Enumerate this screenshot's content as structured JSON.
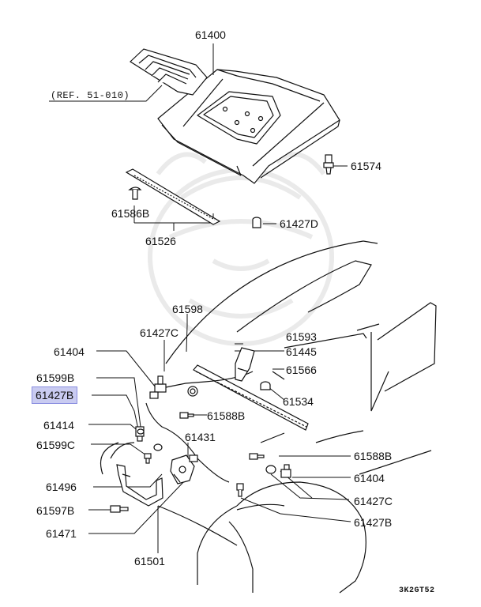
{
  "diagram": {
    "labels": {
      "p61400": "61400",
      "ref": "(REF. 51-010)",
      "p61574": "61574",
      "p61586B": "61586B",
      "p61526": "61526",
      "p61427D": "61427D",
      "p61598": "61598",
      "p61427C_top": "61427C",
      "p61593": "61593",
      "p61445": "61445",
      "p61404_left": "61404",
      "p61566": "61566",
      "p61599B": "61599B",
      "p61427B_hl": "61427B",
      "p61534": "61534",
      "p61588B_mid": "61588B",
      "p61414": "61414",
      "p61431": "61431",
      "p61599C": "61599C",
      "p61588B_right": "61588B",
      "p61404_right": "61404",
      "p61496": "61496",
      "p61427C_right": "61427C",
      "p61597B": "61597B",
      "p61427B_right": "61427B",
      "p61471": "61471",
      "p61501": "61501",
      "code": "3K2GT52"
    },
    "colors": {
      "line": "#111111",
      "highlight": "#c9cbf1",
      "watermark": "#e9e9e9"
    },
    "watermark_icon": "samurai-helmet-watermark"
  }
}
